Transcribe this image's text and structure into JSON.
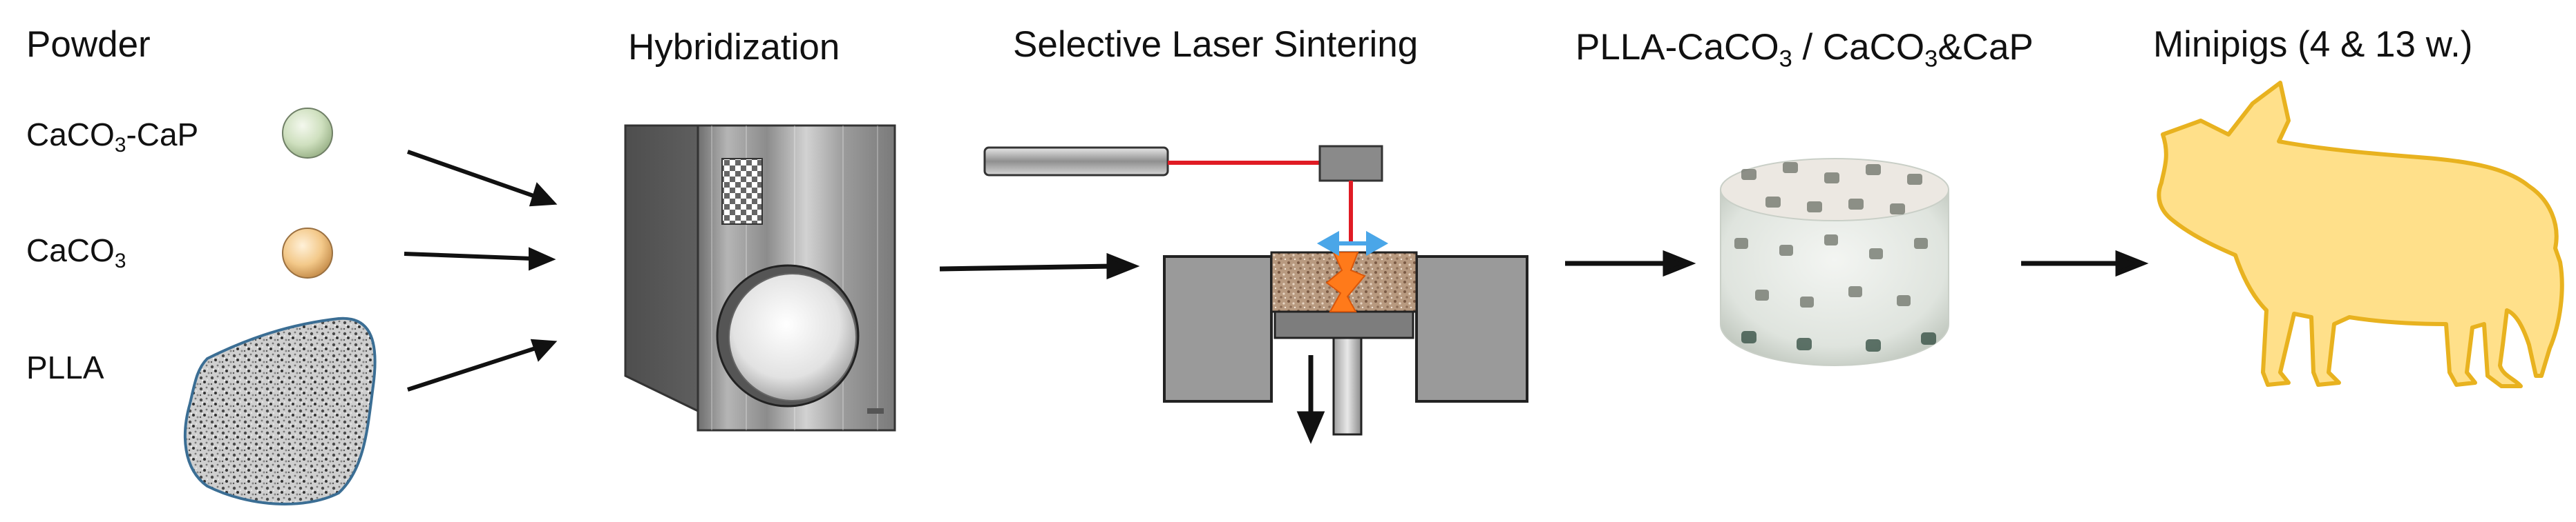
{
  "columns": {
    "powder": "Powder",
    "hybridization": "Hybridization",
    "sls": "Selective Laser Sintering",
    "product": {
      "part1": "PLLA-CaCO",
      "sub1": "3",
      "part2": " / CaCO",
      "sub2": "3",
      "part3": "&CaP"
    },
    "animals": "Minipigs (4 & 13 w.)"
  },
  "powders": [
    {
      "text": "CaCO",
      "sub": "3",
      "suffix": "-CaP"
    },
    {
      "text": "CaCO",
      "sub": "3",
      "suffix": ""
    },
    {
      "text": "PLLA",
      "sub": "",
      "suffix": ""
    }
  ],
  "colors": {
    "arrow": "#111111",
    "laser_beam": "#e01b24",
    "laser_spot": "#ff7a1a",
    "recoater_arrow": "#4aa6e8",
    "pig_fill": "#ffe08a",
    "pig_stroke": "#e8b21f",
    "sphere_cap": "#cfe0bf",
    "sphere_caco3": "#f3c98a"
  },
  "icons": [
    "sphere-icon",
    "polymer-particle-icon",
    "hybridizer-machine-icon",
    "laser-source-icon",
    "build-chamber-icon",
    "scaffold-cylinder-icon",
    "pig-icon"
  ]
}
